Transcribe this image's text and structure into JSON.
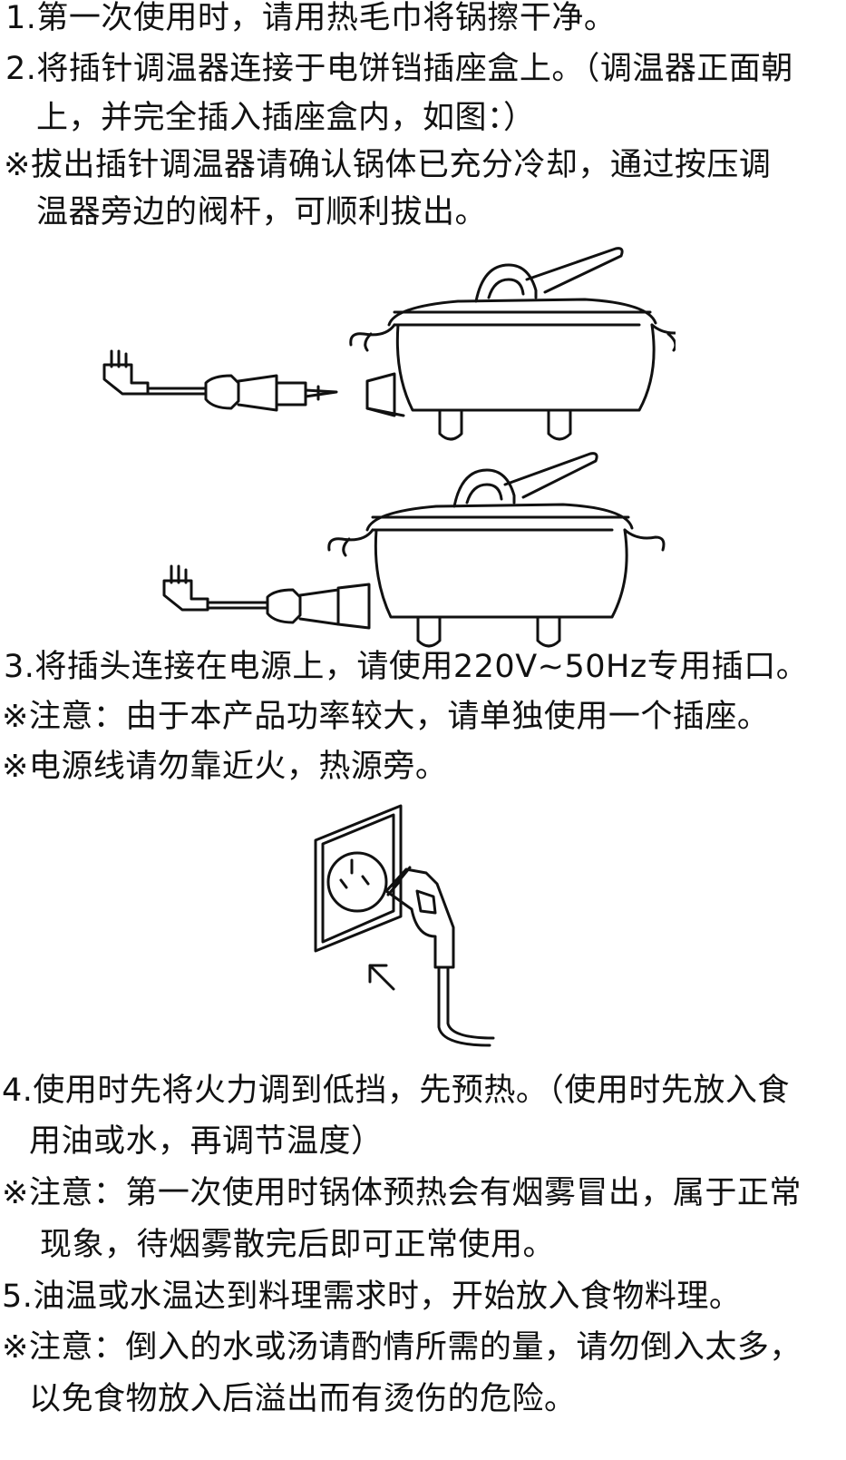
{
  "section_top": {
    "step1": "1.第一次使用时，请用热毛巾将锅擦干净。",
    "step2_line1": "2.将插针调温器连接于电饼铛插座盒上。（调温器正面朝",
    "step2_line2": "上，并完全插入插座盒内，如图：）",
    "note1_line1": "※拔出插针调温器请确认锅体已充分冷却，通过按压调",
    "note1_line2": "温器旁边的阀杆，可顺利拔出。"
  },
  "section_mid": {
    "step3": "3.将插头连接在电源上，请使用220V~50Hz专用插口。",
    "note2": "※注意：由于本产品功率较大，请单独使用一个插座。",
    "note3": "※电源线请勿靠近火，热源旁。"
  },
  "section_bottom": {
    "step4_line1": "4.使用时先将火力调到低挡，先预热。（使用时先放入食",
    "step4_line2": "用油或水，再调节温度）",
    "note4_line1": "※注意：第一次使用时锅体预热会有烟雾冒出，属于正常",
    "note4_line2": "现象，待烟雾散完后即可正常使用。",
    "step5": "5.油温或水温达到料理需求时，开始放入食物料理。",
    "note5_line1": "※注意：倒入的水或汤请酌情所需的量，请勿倒入太多，",
    "note5_line2": "以免食物放入后溢出而有烫伤的危险。"
  },
  "figures": {
    "pot_detached_icon": "electric-pot-with-detached-probe-controller",
    "pot_attached_icon": "electric-pot-with-attached-probe-controller",
    "wall_socket_icon": "plug-into-wall-socket"
  }
}
